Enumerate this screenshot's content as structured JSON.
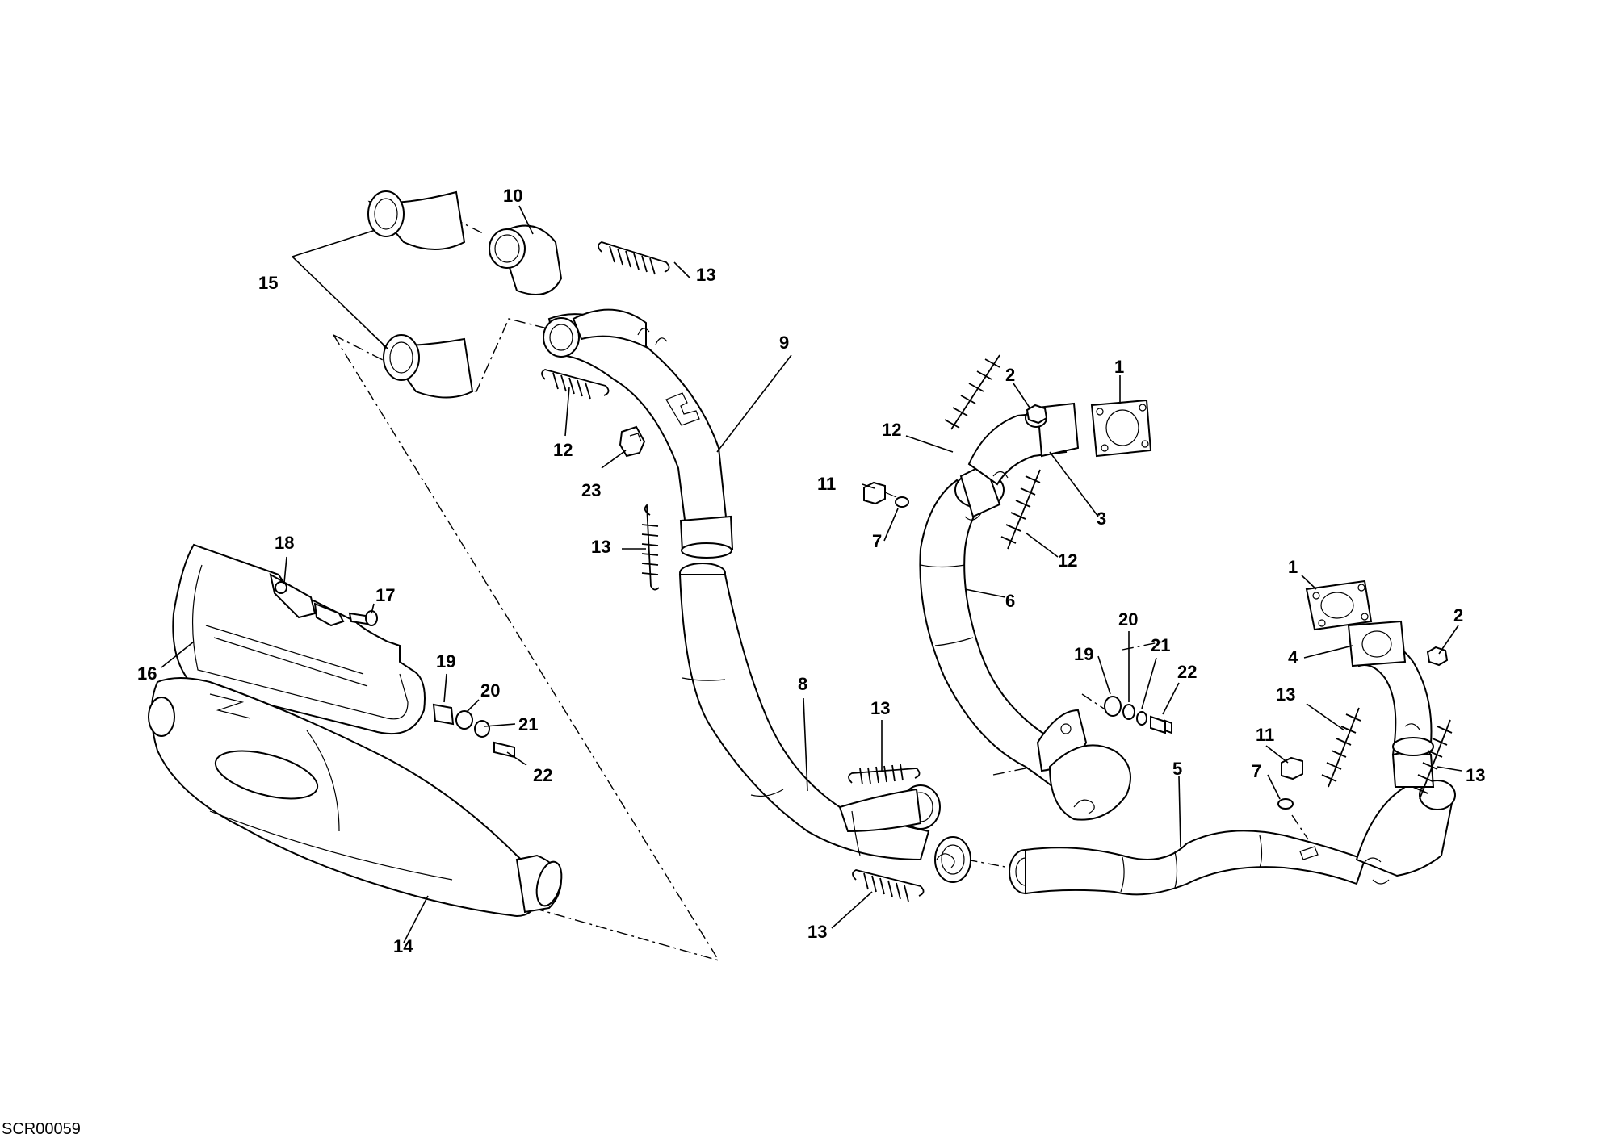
{
  "diagram_code": "SCR00059",
  "callouts": {
    "c1a": "1",
    "c1b": "1",
    "c2a": "2",
    "c2b": "2",
    "c3": "3",
    "c4": "4",
    "c5": "5",
    "c6": "6",
    "c7a": "7",
    "c7b": "7",
    "c8": "8",
    "c9": "9",
    "c10": "10",
    "c11a": "11",
    "c11b": "11",
    "c12a": "12",
    "c12b": "12",
    "c12c": "12",
    "c13a": "13",
    "c13b": "13",
    "c13c": "13",
    "c13d": "13",
    "c13e": "13",
    "c13f": "13",
    "c14": "14",
    "c15": "15",
    "c16": "16",
    "c17": "17",
    "c18": "18",
    "c19a": "19",
    "c19b": "19",
    "c20a": "20",
    "c20b": "20",
    "c21a": "21",
    "c21b": "21",
    "c22a": "22",
    "c22b": "22",
    "c23": "23"
  }
}
